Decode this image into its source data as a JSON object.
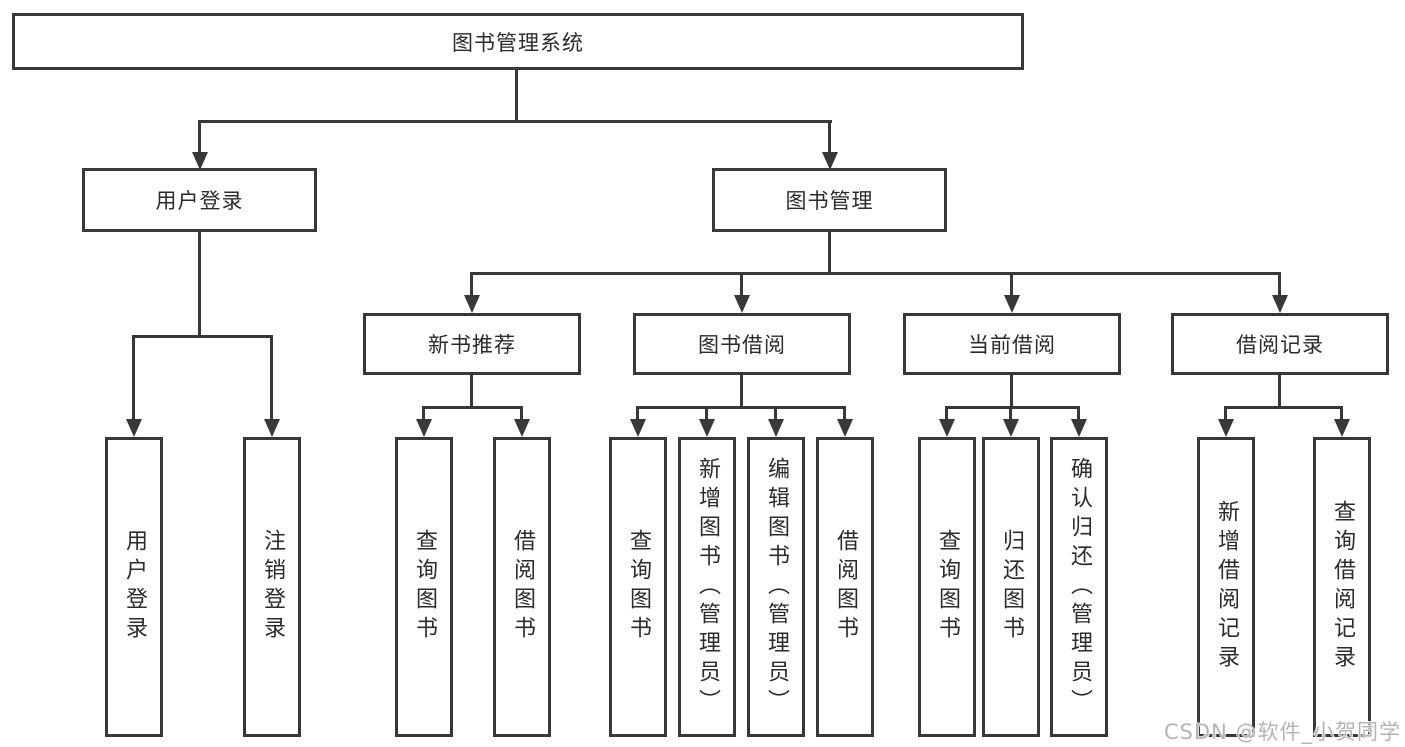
{
  "tree": {
    "label": "图书管理系统",
    "children": [
      {
        "label": "用户登录",
        "children": [
          {
            "label": "用户登录"
          },
          {
            "label": "注销登录"
          }
        ]
      },
      {
        "label": "图书管理",
        "children": [
          {
            "label": "新书推荐",
            "children": [
              {
                "label": "查询图书"
              },
              {
                "label": "借阅图书"
              }
            ]
          },
          {
            "label": "图书借阅",
            "children": [
              {
                "label": "查询图书"
              },
              {
                "label": "新增图书（管理员）"
              },
              {
                "label": "编辑图书（管理员）"
              },
              {
                "label": "借阅图书"
              }
            ]
          },
          {
            "label": "当前借阅",
            "children": [
              {
                "label": "查询图书"
              },
              {
                "label": "归还图书"
              },
              {
                "label": "确认归还（管理员）"
              }
            ]
          },
          {
            "label": "借阅记录",
            "children": [
              {
                "label": "新增借阅记录"
              },
              {
                "label": "查询借阅记录"
              }
            ]
          }
        ]
      }
    ]
  },
  "watermark": {
    "text": "CSDN @软件_小贺同学"
  },
  "colors": {
    "line": "#383838",
    "box_border": "#383838",
    "box_fill": "#ffffff",
    "text": "#2b2b2b",
    "watermark": "#b4b4b4",
    "background": "#ffffff"
  }
}
